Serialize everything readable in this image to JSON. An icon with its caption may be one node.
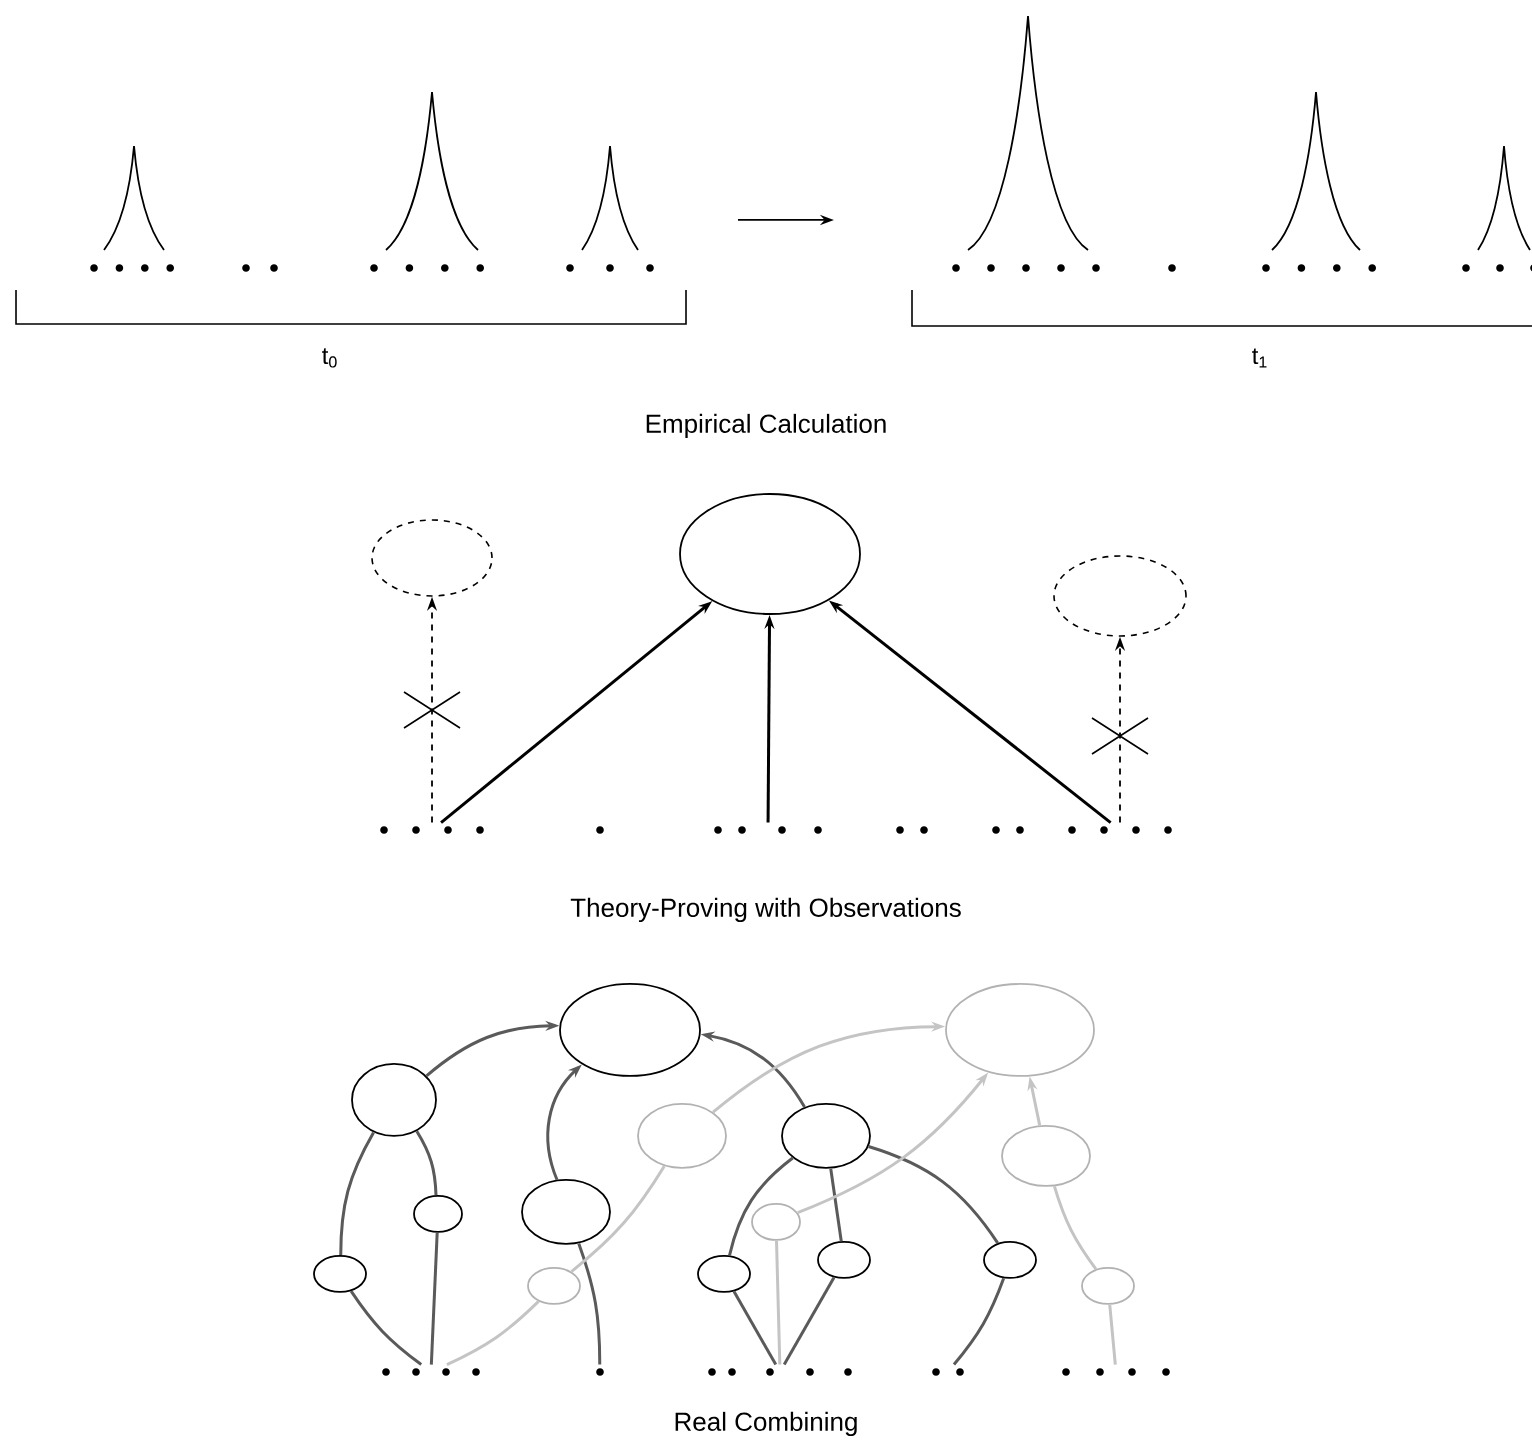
{
  "diagram": {
    "nodes": [
      {
        "text": [],
        "shape": "circle"
      },
      {
        "text": [],
        "shape": "circle"
      },
      {
        "text": [],
        "shape": "circle"
      },
      {
        "text": [],
        "shape": "dots"
      },
      {
        "text": [],
        "shape": "dots"
      },
      {
        "text": [],
        "shape": "dots"
      },
      {
        "text": [],
        "shape": "dots"
      },
      {
        "text": [],
        "shape": "dots"
      },
      {
        "text": [],
        "shape": "circle"
      },
      {
        "text": [],
        "shape": "circle"
      },
      {
        "text": [],
        "shape": "circle"
      },
      {
        "text": [],
        "shape": "circle"
      },
      {
        "text": [],
        "shape": "circle"
      },
      {
        "text": [],
        "shape": "circle"
      },
      {
        "text": [],
        "shape": "circle"
      },
      {
        "text": [],
        "shape": "circle"
      },
      {
        "text": [],
        "shape": "circle"
      },
      {
        "text": [],
        "shape": "circle"
      },
      {
        "text": [],
        "shape": "circle"
      },
      {
        "text": [],
        "shape": "circle"
      },
      {
        "text": [],
        "shape": "circle"
      },
      {
        "text": [],
        "shape": "circle"
      },
      {
        "text": [],
        "shape": "circle"
      },
      {
        "text": [],
        "shape": "dots"
      },
      {
        "text": [],
        "shape": "dots"
      },
      {
        "text": [],
        "shape": "dots"
      },
      {
        "text": [],
        "shape": "dots"
      },
      {
        "text": [],
        "shape": "dots"
      }
    ],
    "edges": [
      {
        "from": 3,
        "to": 0,
        "arrow": "to",
        "style": "dashed",
        "color": "#000000"
      },
      {
        "from": 3,
        "to": 1,
        "arrow": "to",
        "color": "#000000"
      },
      {
        "from": 5,
        "to": 1,
        "arrow": "to",
        "color": "#000000"
      },
      {
        "from": 7,
        "to": 1,
        "arrow": "to",
        "color": "#000000"
      },
      {
        "from": 7,
        "to": 2,
        "arrow": "to",
        "style": "dashed",
        "color": "#000000"
      },
      {
        "from": 23,
        "to": 17,
        "arrow": "none"
      },
      {
        "from": 17,
        "to": 10,
        "arrow": "none"
      },
      {
        "from": 23,
        "to": 14,
        "arrow": "none"
      },
      {
        "from": 14,
        "to": 10,
        "arrow": "none"
      },
      {
        "from": 10,
        "to": 8,
        "arrow": "to"
      },
      {
        "from": 24,
        "to": 15,
        "arrow": "none"
      },
      {
        "from": 15,
        "to": 8,
        "arrow": "to"
      },
      {
        "from": 25,
        "to": 19,
        "arrow": "none"
      },
      {
        "from": 19,
        "to": 12,
        "arrow": "none"
      },
      {
        "from": 25,
        "to": 20,
        "arrow": "none"
      },
      {
        "from": 20,
        "to": 12,
        "arrow": "none"
      },
      {
        "from": 26,
        "to": 21,
        "arrow": "none"
      },
      {
        "from": 21,
        "to": 12,
        "arrow": "none"
      },
      {
        "from": 12,
        "to": 8,
        "arrow": "to"
      },
      {
        "from": 23,
        "to": 18,
        "arrow": "none",
        "color": "#c4c4c4"
      },
      {
        "from": 18,
        "to": 11,
        "arrow": "none",
        "color": "#c4c4c4"
      },
      {
        "from": 11,
        "to": 9,
        "arrow": "to",
        "color": "#c4c4c4"
      },
      {
        "from": 25,
        "to": 16,
        "arrow": "none",
        "color": "#c4c4c4"
      },
      {
        "from": 16,
        "to": 9,
        "arrow": "to",
        "color": "#c4c4c4"
      },
      {
        "from": 27,
        "to": 22,
        "arrow": "none",
        "color": "#c4c4c4"
      },
      {
        "from": 22,
        "to": 13,
        "arrow": "none",
        "color": "#c4c4c4"
      },
      {
        "from": 13,
        "to": 9,
        "arrow": "to",
        "color": "#c4c4c4"
      }
    ],
    "labels": [
      "t$_{0}$",
      "t$_{1}$",
      "Empirical Calculation",
      "Theory-Proving with Observations",
      "Real Combining"
    ]
  }
}
